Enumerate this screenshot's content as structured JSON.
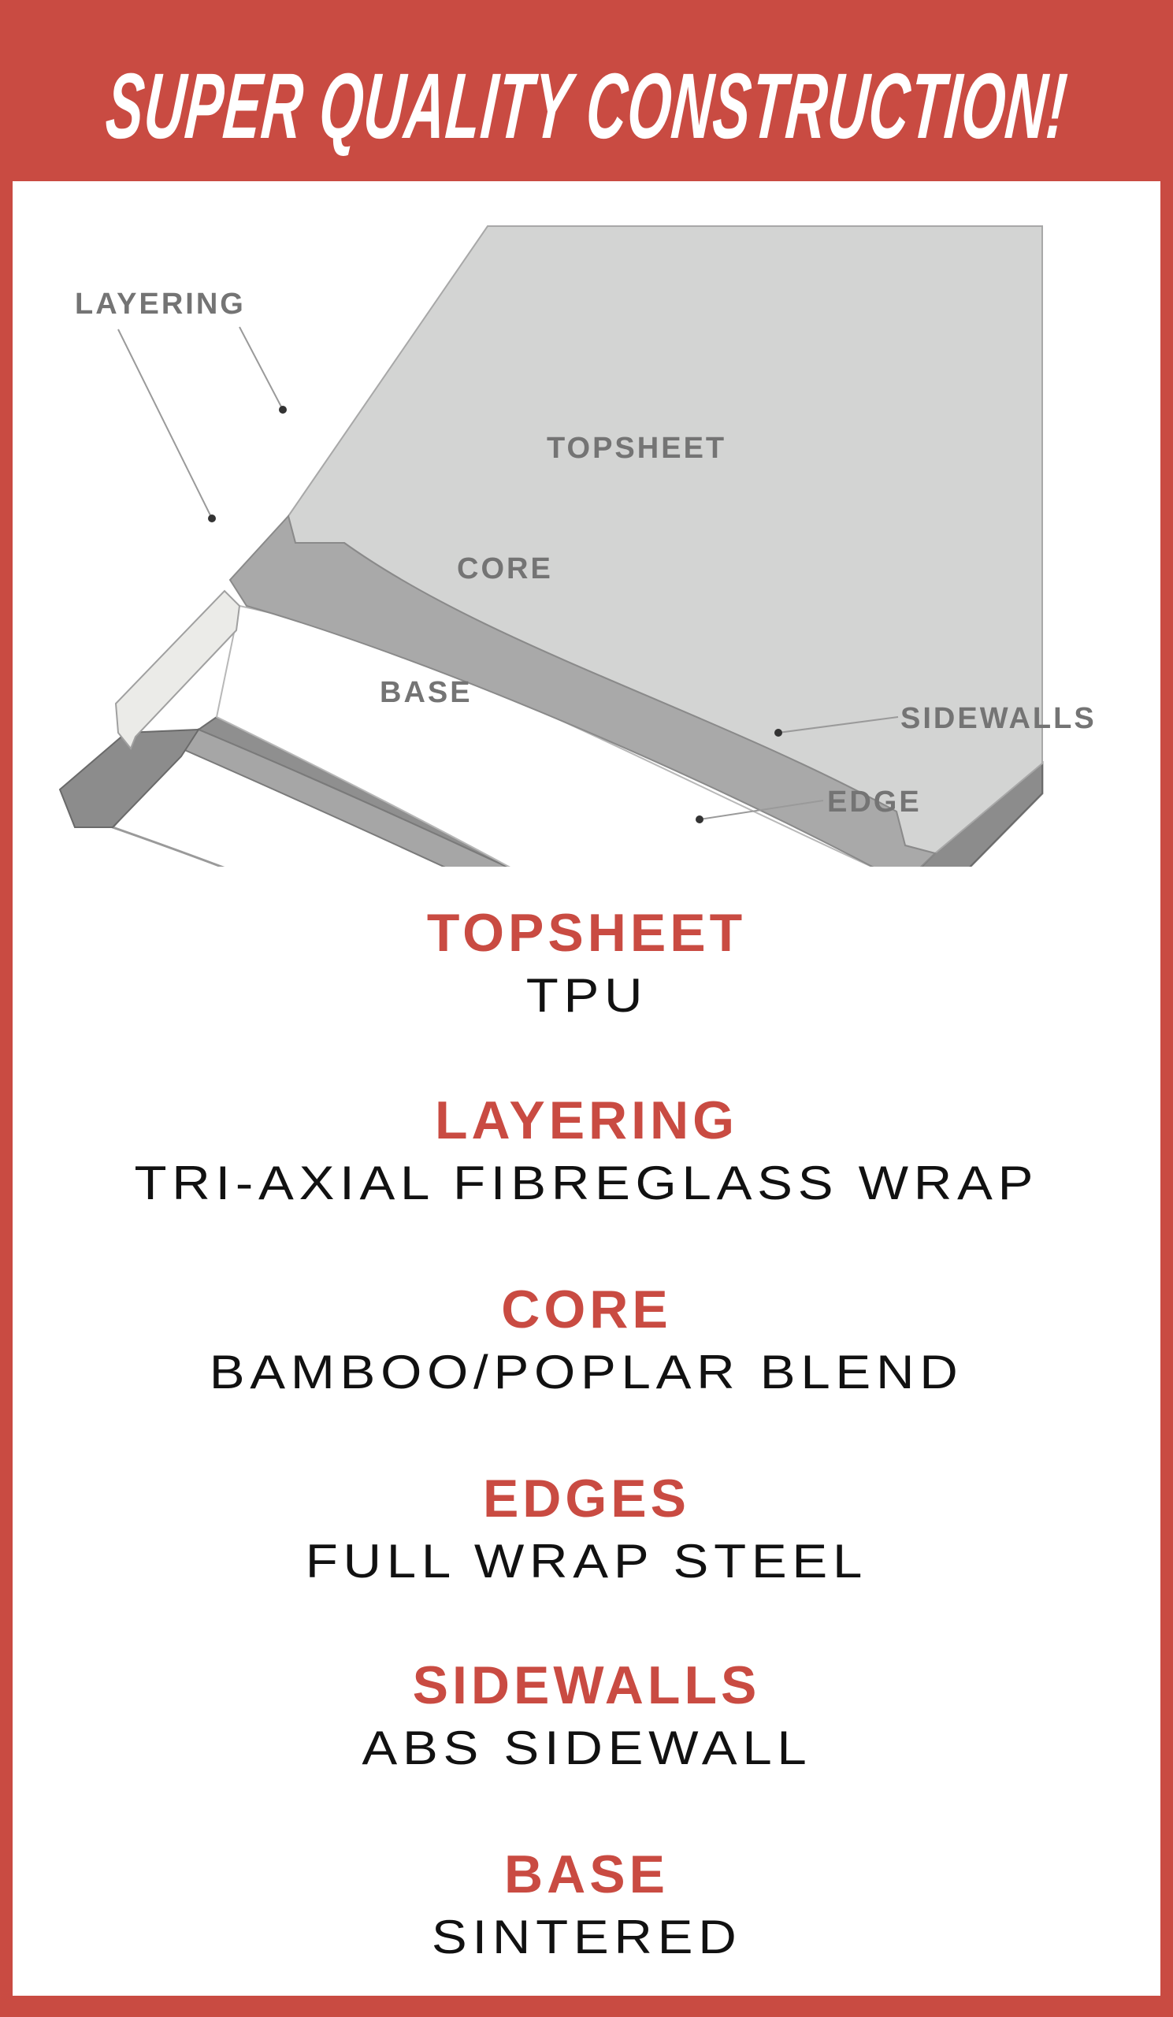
{
  "header": {
    "title": "SUPER QUALITY CONSTRUCTION!"
  },
  "diagram": {
    "labels": {
      "layering": "LAYERING",
      "topsheet": "TOPSHEET",
      "core": "CORE",
      "base": "BASE",
      "sidewalls": "SIDEWALLS",
      "edge": "EDGE"
    }
  },
  "specs": [
    {
      "heading": "TOPSHEET",
      "value": "TPU"
    },
    {
      "heading": "LAYERING",
      "value": "TRI-AXIAL FIBREGLASS WRAP"
    },
    {
      "heading": "CORE",
      "value": "BAMBOO/POPLAR BLEND"
    },
    {
      "heading": "EDGES",
      "value": "FULL WRAP STEEL"
    },
    {
      "heading": "SIDEWALLS",
      "value": "ABS SIDEWALL"
    },
    {
      "heading": "BASE",
      "value": "SINTERED"
    }
  ],
  "colors": {
    "brand_red": "#c94b42",
    "heading_red": "#c94b42",
    "text": "#111111",
    "diagram_label": "#747474"
  }
}
